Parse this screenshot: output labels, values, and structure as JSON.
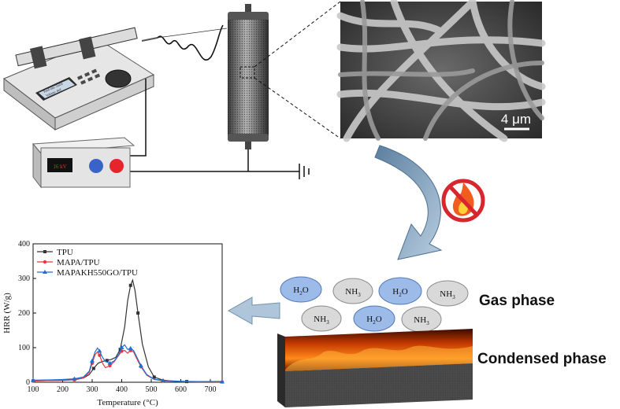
{
  "device": {
    "pump_screen_line1": "Feed rate: 2ml/h",
    "pump_screen_line2": "Volume: 4ml",
    "voltage_display": "16 kV"
  },
  "sem": {
    "scale_bar_label": "4 μm"
  },
  "phases": {
    "gas_phase_label": "Gas phase",
    "condensed_phase_label": "Condensed phase",
    "gas_species": [
      "H2O",
      "NH3",
      "H2O",
      "NH3",
      "NH3",
      "H2O",
      "NH3"
    ]
  },
  "icons": {
    "no_fire": "no-fire-icon",
    "fire_color": "#f25c1e",
    "ban_color": "#d7262e"
  },
  "chart_data": {
    "type": "line",
    "title": "",
    "xlabel": "Temperature (°C)",
    "ylabel": "HRR (W/g)",
    "xlim": [
      100,
      740
    ],
    "ylim": [
      0,
      400
    ],
    "xticks": [
      100,
      200,
      300,
      400,
      500,
      600,
      700
    ],
    "yticks": [
      0,
      100,
      200,
      300,
      400
    ],
    "legend_position": "top-left",
    "series": [
      {
        "name": "TPU",
        "color": "#333333",
        "marker": "square",
        "x": [
          100,
          160,
          200,
          240,
          270,
          290,
          305,
          320,
          335,
          350,
          365,
          380,
          395,
          410,
          420,
          430,
          437,
          445,
          455,
          470,
          490,
          510,
          540,
          580,
          620,
          680,
          740
        ],
        "y": [
          4,
          5,
          6,
          8,
          12,
          22,
          40,
          55,
          60,
          63,
          66,
          72,
          95,
          160,
          235,
          280,
          295,
          265,
          200,
          110,
          45,
          15,
          6,
          3,
          2,
          2,
          2
        ]
      },
      {
        "name": "MAPA/TPU",
        "color": "#e8373c",
        "marker": "circle",
        "x": [
          100,
          160,
          200,
          240,
          270,
          290,
          300,
          310,
          318,
          325,
          335,
          345,
          360,
          375,
          390,
          400,
          410,
          420,
          430,
          440,
          450,
          465,
          485,
          510,
          540,
          600,
          660,
          740
        ],
        "y": [
          4,
          5,
          5,
          7,
          12,
          28,
          55,
          80,
          88,
          78,
          55,
          42,
          48,
          60,
          78,
          90,
          92,
          84,
          92,
          88,
          70,
          45,
          20,
          8,
          4,
          2,
          1,
          1
        ]
      },
      {
        "name": "MAPAKH550GO/TPU",
        "color": "#1f6fd6",
        "marker": "triangle",
        "x": [
          100,
          160,
          200,
          240,
          270,
          290,
          300,
          310,
          318,
          325,
          335,
          345,
          360,
          375,
          390,
          400,
          410,
          420,
          430,
          440,
          450,
          465,
          485,
          510,
          540,
          600,
          660,
          740
        ],
        "y": [
          6,
          7,
          8,
          10,
          15,
          32,
          62,
          88,
          99,
          90,
          72,
          60,
          55,
          62,
          80,
          100,
          108,
          95,
          98,
          92,
          75,
          48,
          22,
          9,
          5,
          3,
          2,
          1
        ]
      }
    ]
  }
}
